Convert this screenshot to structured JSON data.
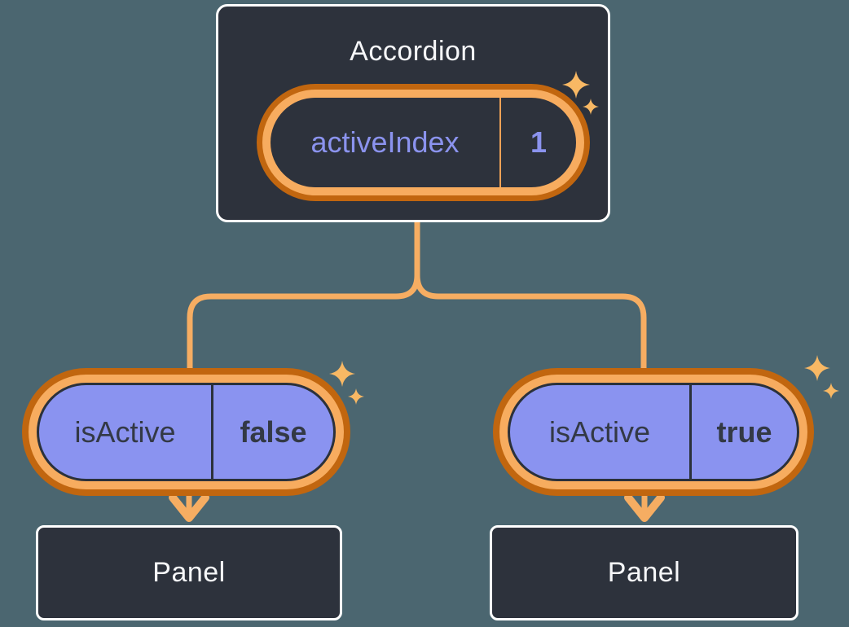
{
  "diagram": {
    "root": {
      "title": "Accordion",
      "pill": {
        "label": "activeIndex",
        "value": "1"
      }
    },
    "children": [
      {
        "pill": {
          "label": "isActive",
          "value": "false"
        },
        "panel": {
          "title": "Panel"
        }
      },
      {
        "pill": {
          "label": "isActive",
          "value": "true"
        },
        "panel": {
          "title": "Panel"
        }
      }
    ],
    "colors": {
      "background": "#4B6670",
      "card_background": "#2D323C",
      "card_border": "#FFFFFF",
      "ring_dark_orange": "#C1660F",
      "ring_light_orange": "#F7AC5F",
      "connector_orange": "#F6AD62",
      "sparkle_orange": "#F8B864",
      "purple_fill": "#8A93F0",
      "purple_text": "#8B93EE",
      "dark_text": "#333945",
      "light_text": "#F6F7F9"
    },
    "icons": [
      "sparkle-large-icon",
      "sparkle-small-icon",
      "arrow-down-icon"
    ]
  }
}
